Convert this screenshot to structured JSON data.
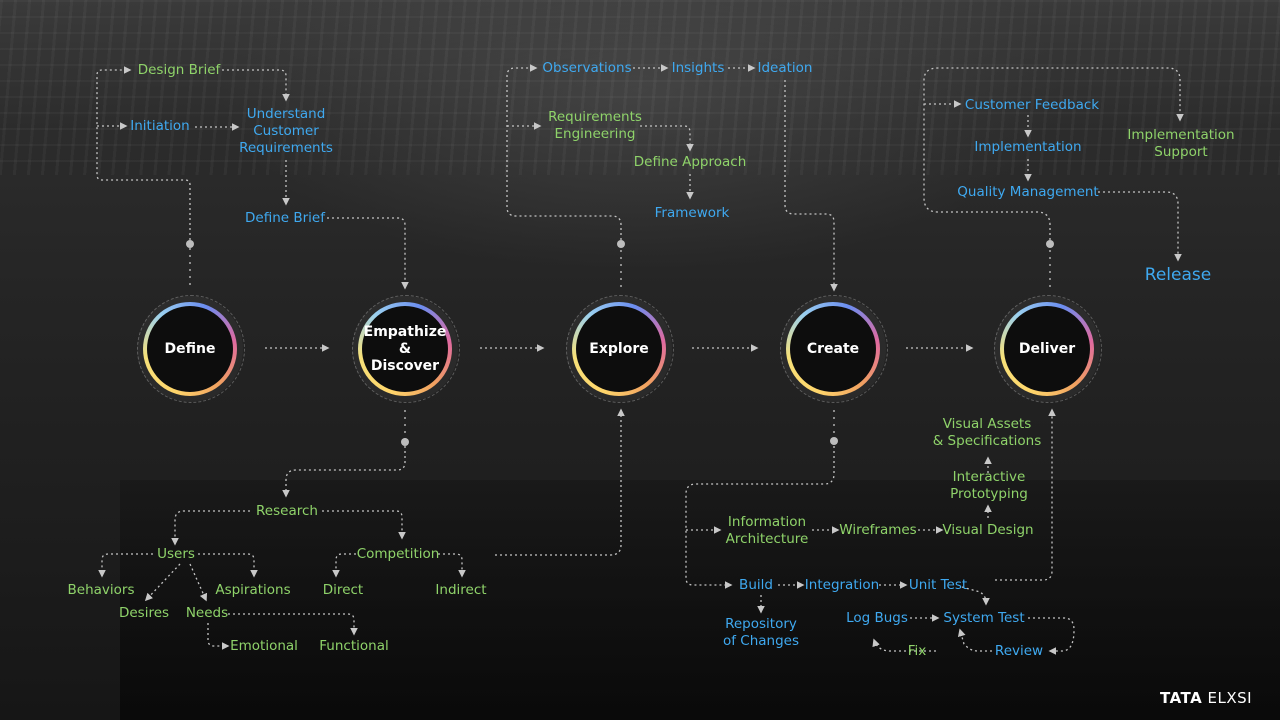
{
  "nodes": {
    "define": "Define",
    "empathize": "Empathize\n&\nDiscover",
    "explore": "Explore",
    "create": "Create",
    "deliver": "Deliver"
  },
  "define_branch": {
    "design_brief": "Design Brief",
    "initiation": "Initiation",
    "understand": "Understand\nCustomer\nRequirements",
    "define_brief": "Define Brief"
  },
  "empathize_branch": {
    "research": "Research",
    "users": "Users",
    "competition": "Competition",
    "behaviors": "Behaviors",
    "desires": "Desires",
    "aspirations": "Aspirations",
    "needs": "Needs",
    "emotional": "Emotional",
    "functional": "Functional",
    "direct": "Direct",
    "indirect": "Indirect"
  },
  "explore_branch": {
    "observations": "Observations",
    "insights": "Insights",
    "ideation": "Ideation",
    "requirements_engineering": "Requirements\nEngineering",
    "define_approach": "Define Approach",
    "framework": "Framework"
  },
  "create_branch": {
    "information_architecture": "Information\nArchitecture",
    "wireframes": "Wireframes",
    "visual_design": "Visual Design",
    "interactive_prototyping": "Interactive\nPrototyping",
    "visual_assets": "Visual Assets\n& Specifications",
    "build": "Build",
    "integration": "Integration",
    "unit_test": "Unit Test",
    "repository": "Repository\nof Changes",
    "log_bugs": "Log Bugs",
    "system_test": "System Test",
    "fix": "Fix",
    "review": "Review"
  },
  "deliver_branch": {
    "customer_feedback": "Customer Feedback",
    "implementation": "Implementation",
    "quality_management": "Quality Management",
    "implementation_support": "Implementation\nSupport",
    "release": "Release"
  },
  "brand": {
    "tata": "TATA",
    "elxsi": "ELXSI"
  },
  "colors": {
    "green_label": "#8fd36a",
    "blue_label": "#3fa9f0",
    "connector": "#bfbfbf",
    "node_fill": "#0d0d0d"
  }
}
